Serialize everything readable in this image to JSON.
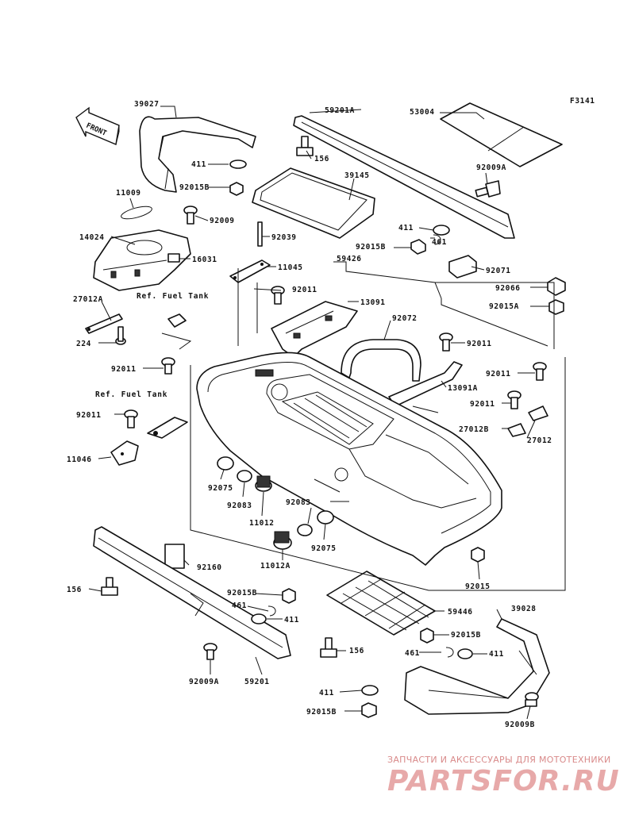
{
  "figure_code": "F3141",
  "front_label": "FRONT",
  "ref_notes": [
    "Ref. Fuel Tank",
    "Ref. Fuel Tank"
  ],
  "callouts": [
    {
      "id": "c_39027",
      "text": "39027"
    },
    {
      "id": "c_59201A",
      "text": "59201A"
    },
    {
      "id": "c_53004",
      "text": "53004"
    },
    {
      "id": "c_156a",
      "text": "156"
    },
    {
      "id": "c_411a",
      "text": "411"
    },
    {
      "id": "c_39145",
      "text": "39145"
    },
    {
      "id": "c_92009A",
      "text": "92009A"
    },
    {
      "id": "c_92015Ba",
      "text": "92015B"
    },
    {
      "id": "c_11009",
      "text": "11009"
    },
    {
      "id": "c_92009",
      "text": "92009"
    },
    {
      "id": "c_411b",
      "text": "411"
    },
    {
      "id": "c_92039",
      "text": "92039"
    },
    {
      "id": "c_92015Bb",
      "text": "92015B"
    },
    {
      "id": "c_461a",
      "text": "461"
    },
    {
      "id": "c_14024",
      "text": "14024"
    },
    {
      "id": "c_16031",
      "text": "16031"
    },
    {
      "id": "c_11045",
      "text": "11045"
    },
    {
      "id": "c_59426",
      "text": "59426"
    },
    {
      "id": "c_92071",
      "text": "92071"
    },
    {
      "id": "c_92066",
      "text": "92066"
    },
    {
      "id": "c_92011a",
      "text": "92011"
    },
    {
      "id": "c_13091",
      "text": "13091"
    },
    {
      "id": "c_27012A",
      "text": "27012A"
    },
    {
      "id": "c_92015A",
      "text": "92015A"
    },
    {
      "id": "c_92072",
      "text": "92072"
    },
    {
      "id": "c_224",
      "text": "224"
    },
    {
      "id": "c_92011b",
      "text": "92011"
    },
    {
      "id": "c_92011c",
      "text": "92011"
    },
    {
      "id": "c_92011d",
      "text": "92011"
    },
    {
      "id": "c_13091A",
      "text": "13091A"
    },
    {
      "id": "c_92011e",
      "text": "92011"
    },
    {
      "id": "c_92011f",
      "text": "92011"
    },
    {
      "id": "c_27012B",
      "text": "27012B"
    },
    {
      "id": "c_27012",
      "text": "27012"
    },
    {
      "id": "c_11046",
      "text": "11046"
    },
    {
      "id": "c_92075a",
      "text": "92075"
    },
    {
      "id": "c_92083a",
      "text": "92083"
    },
    {
      "id": "c_92083b",
      "text": "92083"
    },
    {
      "id": "c_11012",
      "text": "11012"
    },
    {
      "id": "c_92075b",
      "text": "92075"
    },
    {
      "id": "c_11012A",
      "text": "11012A"
    },
    {
      "id": "c_92160",
      "text": "92160"
    },
    {
      "id": "c_92015",
      "text": "92015"
    },
    {
      "id": "c_156b",
      "text": "156"
    },
    {
      "id": "c_92015Bc",
      "text": "92015B"
    },
    {
      "id": "c_461b",
      "text": "461"
    },
    {
      "id": "c_411c",
      "text": "411"
    },
    {
      "id": "c_59446",
      "text": "59446"
    },
    {
      "id": "c_39028",
      "text": "39028"
    },
    {
      "id": "c_92015Bd",
      "text": "92015B"
    },
    {
      "id": "c_156c",
      "text": "156"
    },
    {
      "id": "c_461c",
      "text": "461"
    },
    {
      "id": "c_411d",
      "text": "411"
    },
    {
      "id": "c_92009Ab",
      "text": "92009A"
    },
    {
      "id": "c_59201",
      "text": "59201"
    },
    {
      "id": "c_411e",
      "text": "411"
    },
    {
      "id": "c_92015Be",
      "text": "92015B"
    },
    {
      "id": "c_92009B",
      "text": "92009B"
    }
  ],
  "watermark": {
    "line1": "ЗАПЧАСТИ И АКСЕССУАРЫ ДЛЯ МОТОТЕХНИКИ",
    "line2": "PARTSFOR.RU",
    "color": "#e7a9a9"
  }
}
